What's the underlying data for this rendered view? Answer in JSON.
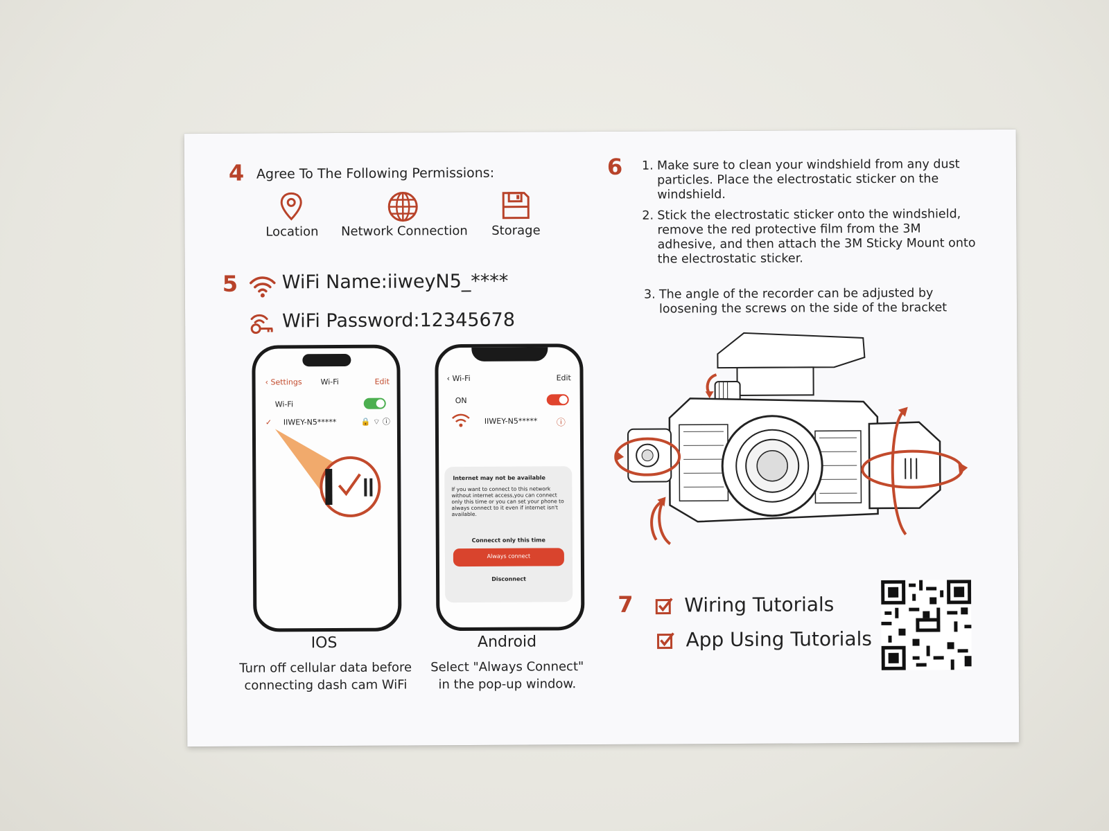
{
  "step4": {
    "number": "4",
    "title": "Agree To The Following Permissions:",
    "permissions": [
      {
        "label": "Location",
        "icon": "location-pin-icon"
      },
      {
        "label": "Network Connection",
        "icon": "globe-icon"
      },
      {
        "label": "Storage",
        "icon": "floppy-disk-icon"
      }
    ]
  },
  "step5": {
    "number": "5",
    "wifi_name": "WiFi Name:iiweyN5_****",
    "wifi_password": "WiFi Password:12345678",
    "ios": {
      "back_label": "Settings",
      "title": "Wi-Fi",
      "edit": "Edit",
      "wifi_label": "Wi-Fi",
      "network": "IIWEY-N5*****",
      "caption_title": "IOS",
      "caption_line1": "Turn off cellular data before",
      "caption_line2": "connecting dash cam WiFi"
    },
    "android": {
      "back_label": "Wi-Fi",
      "edit": "Edit",
      "on_label": "ON",
      "network": "IIWEY-N5*****",
      "dialog_title": "Internet may not be available",
      "dialog_body": "If you want to connect to this network without internet access,you can connect only this time or you can set your phone to always connect to it even if internet isn't available.",
      "option_once": "Connecct only this time",
      "option_always": "Always connect",
      "option_disconnect": "Disconnect",
      "caption_title": "Android",
      "caption_line1": "Select \"Always Connect\"",
      "caption_line2": "in the pop-up window."
    }
  },
  "step6": {
    "number": "6",
    "items": [
      {
        "n": "1.",
        "text": "Make sure to clean your windshield from any dust particles. Place the electrostatic sticker on the windshield."
      },
      {
        "n": "2.",
        "text": "Stick the electrostatic sticker onto the windshield, remove the red protective film from the 3M adhesive, and then attach the 3M Sticky Mount onto the electrostatic sticker."
      },
      {
        "n": "3.",
        "text": "The angle of the recorder can be adjusted by loosening the screws on the side of the bracket"
      }
    ]
  },
  "step7": {
    "number": "7",
    "items": [
      "Wiring Tutorials",
      "App Using Tutorials"
    ]
  },
  "colors": {
    "accent": "#b8432a",
    "ink": "#222222",
    "toggle_green": "#4caf50",
    "toggle_red": "#e0442e"
  }
}
